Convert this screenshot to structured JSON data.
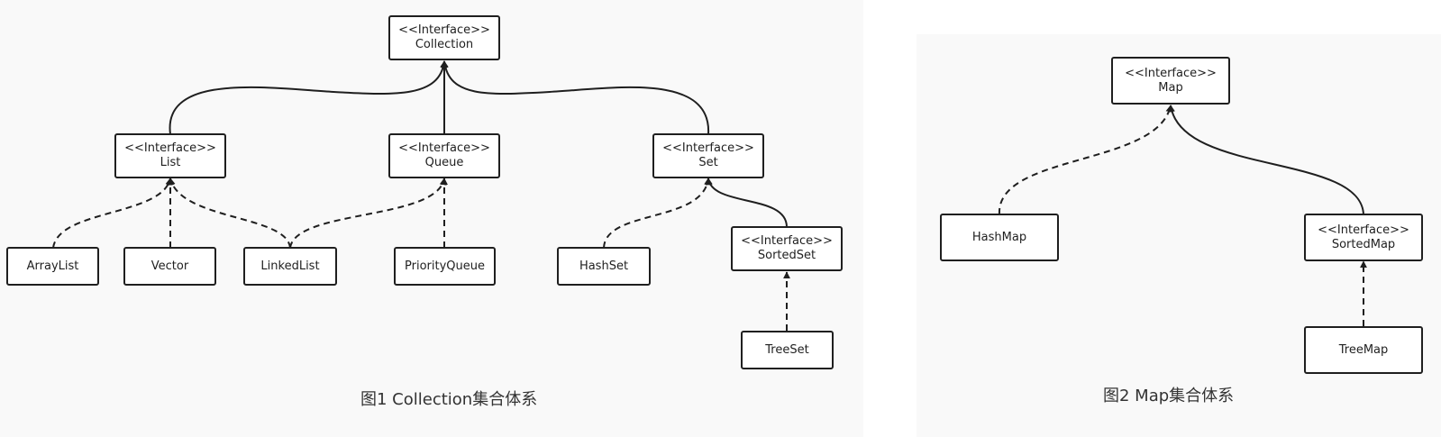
{
  "figure1": {
    "caption": "图1 Collection集合体系",
    "nodes": {
      "collection": {
        "stereotype": "<<Interface>>",
        "name": "Collection"
      },
      "list": {
        "stereotype": "<<Interface>>",
        "name": "List"
      },
      "queue": {
        "stereotype": "<<Interface>>",
        "name": "Queue"
      },
      "set": {
        "stereotype": "<<Interface>>",
        "name": "Set"
      },
      "arraylist": {
        "name": "ArrayList"
      },
      "vector": {
        "name": "Vector"
      },
      "linkedlist": {
        "name": "LinkedList"
      },
      "priorityqueue": {
        "name": "PriorityQueue"
      },
      "hashset": {
        "name": "HashSet"
      },
      "sortedset": {
        "stereotype": "<<Interface>>",
        "name": "SortedSet"
      },
      "treeset": {
        "name": "TreeSet"
      }
    }
  },
  "figure2": {
    "caption": "图2 Map集合体系",
    "nodes": {
      "map": {
        "stereotype": "<<Interface>>",
        "name": "Map"
      },
      "hashmap": {
        "name": "HashMap"
      },
      "sortedmap": {
        "stereotype": "<<Interface>>",
        "name": "SortedMap"
      },
      "treemap": {
        "name": "TreeMap"
      }
    }
  },
  "relations": [
    {
      "from": "List",
      "to": "Collection",
      "kind": "extends"
    },
    {
      "from": "Queue",
      "to": "Collection",
      "kind": "extends"
    },
    {
      "from": "Set",
      "to": "Collection",
      "kind": "extends"
    },
    {
      "from": "ArrayList",
      "to": "List",
      "kind": "implements"
    },
    {
      "from": "Vector",
      "to": "List",
      "kind": "implements"
    },
    {
      "from": "LinkedList",
      "to": "List",
      "kind": "implements"
    },
    {
      "from": "LinkedList",
      "to": "Queue",
      "kind": "implements"
    },
    {
      "from": "PriorityQueue",
      "to": "Queue",
      "kind": "implements"
    },
    {
      "from": "HashSet",
      "to": "Set",
      "kind": "implements"
    },
    {
      "from": "SortedSet",
      "to": "Set",
      "kind": "extends"
    },
    {
      "from": "TreeSet",
      "to": "SortedSet",
      "kind": "implements"
    },
    {
      "from": "HashMap",
      "to": "Map",
      "kind": "implements"
    },
    {
      "from": "SortedMap",
      "to": "Map",
      "kind": "extends"
    },
    {
      "from": "TreeMap",
      "to": "SortedMap",
      "kind": "implements"
    }
  ],
  "colors": {
    "stroke": "#1f1f1f",
    "panel": "#f9f9f9",
    "caption": "#333333"
  }
}
